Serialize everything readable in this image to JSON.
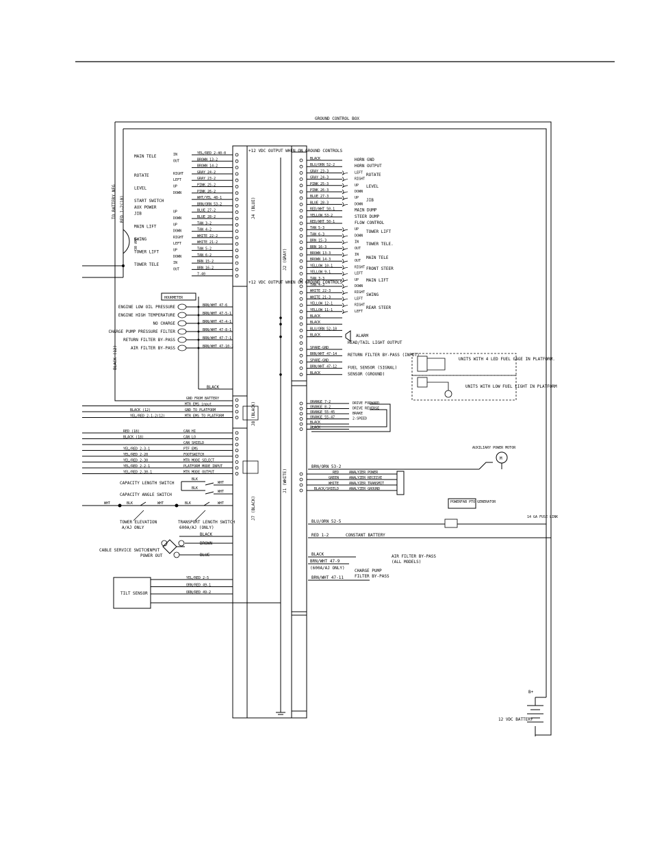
{
  "title": "GROUND CONTROL BOX",
  "connectors": {
    "j4": "J4 (BLUE)",
    "j2": "J2 (GRAY)",
    "j8": "J8 (BLACK)",
    "j1": "J1 (WHITE)",
    "j7": "J7 (BLACK)"
  },
  "notes": {
    "vdc_top": "+12 VDC OUTPUT WHEN ON GROUND CONTROLS",
    "vdc_mid": "+12 VDC OUTPUT WHEN ON GROUND CONTROLS",
    "to_battery": "TO BATTERY NEG",
    "red_wire": "RED 1-2(10)",
    "amp": "30 AMP",
    "black_wire": "BLACK (12)",
    "hourmeter": "HOURMETER",
    "units_4led": "UNITS WITH 4 LED FUEL GAGE IN PLATFORM.",
    "units_low": "UNITS WITH LOW FUEL LIGHT IN PLATFORM",
    "aux_motor": "AUXILIARY POWER MOTOR",
    "generator": "POWERFAB PTO GENERATOR",
    "fuse": "14 GA FUSE LINK",
    "battery": "12 VDC BATTERY",
    "bplus": "B+",
    "tilt": "TILT SENSOR",
    "alarm": "ALARM"
  },
  "j4_rows": [
    {
      "func": "MAIN TELE",
      "pos": "IN",
      "wire": "YEL/RED 2-40-0"
    },
    {
      "func": "",
      "pos": "OUT",
      "wire": "BROWN 13-2"
    },
    {
      "func": "",
      "pos": "",
      "wire": "BROWN 14-2"
    },
    {
      "func": "ROTATE",
      "pos": "RIGHT",
      "wire": "GRAY 24-2"
    },
    {
      "func": "",
      "pos": "LEFT",
      "wire": "GRAY 23-2"
    },
    {
      "func": "LEVEL",
      "pos": "UP",
      "wire": "PINK 25-2"
    },
    {
      "func": "",
      "pos": "DOWN",
      "wire": "PINK 26-2"
    },
    {
      "func": "START SWITCH",
      "pos": "",
      "wire": "WHT/YEL 48-1"
    },
    {
      "func": "AUX POWER",
      "pos": "",
      "wire": "BRN/ORN 53-2"
    },
    {
      "func": "JIB",
      "pos": "UP",
      "wire": "BLUE 27-2"
    },
    {
      "func": "",
      "pos": "DOWN",
      "wire": "BLUE 28-2"
    },
    {
      "func": "MAIN LIFT",
      "pos": "UP",
      "wire": "TAN 3-2"
    },
    {
      "func": "",
      "pos": "DOWN",
      "wire": "TAN 4-2"
    },
    {
      "func": "SWING",
      "pos": "RIGHT",
      "wire": "WHITE 22-2"
    },
    {
      "func": "",
      "pos": "LEFT",
      "wire": "WHITE 21-2"
    },
    {
      "func": "TOWER LIFT",
      "pos": "UP",
      "wire": "TAN 5-2"
    },
    {
      "func": "",
      "pos": "DOWN",
      "wire": "TAN 6-2"
    },
    {
      "func": "TOWER TELE",
      "pos": "IN",
      "wire": "BRN 15-2"
    },
    {
      "func": "",
      "pos": "OUT",
      "wire": "BRN 16-2"
    },
    {
      "func": "",
      "pos": "",
      "wire": "7-40"
    }
  ],
  "hour_rows": [
    {
      "label": "ENGINE LOW OIL PRESSURE",
      "wire": "BRN/WHT 47-6"
    },
    {
      "label": "ENGINE HIGH TEMPERATURE",
      "wire": "BRN/WHT 47-5-1"
    },
    {
      "label": "NO CHARGE",
      "wire": "BRN/WHT 47-4-1"
    },
    {
      "label": "CHARGE PUMP PRESSURE FILTER",
      "wire": "BRN/WHT 47-8-1"
    },
    {
      "label": "RETURN FILTER BY-PASS",
      "wire": "BRN/WHT 47-7-1"
    },
    {
      "label": "AIR FILTER BY-PASS",
      "wire": "BRN/WHT 47-10-1"
    }
  ],
  "j4_black": "BLACK",
  "j2_rows": [
    {
      "wire": "BLACK",
      "dev": "HORN GND"
    },
    {
      "wire": "BLU/ORN 52-2",
      "dev": "HORN OUTPUT"
    },
    {
      "wire": "GRAY 23-3",
      "dev": "LEFT"
    },
    {
      "wire": "GRAY 24-3",
      "dev": "RIGHT"
    },
    {
      "wire": "PINK 25-3",
      "dev": "UP"
    },
    {
      "wire": "PINK 26-3",
      "dev": "DOWN"
    },
    {
      "wire": "BLUE 27-3",
      "dev": "UP"
    },
    {
      "wire": "BLUE 28-3",
      "dev": "DOWN"
    },
    {
      "wire": "RED/WHT 50-1",
      "dev": "MAIN DUMP"
    },
    {
      "wire": "YELLOW 53-2",
      "dev": "STEER DUMP"
    },
    {
      "wire": "RED/WHT 50-1",
      "dev": "FLOW CONTROL"
    },
    {
      "wire": "TAN 5-3",
      "dev": "UP"
    },
    {
      "wire": "TAN 6-3",
      "dev": "DOWN"
    },
    {
      "wire": "BRN 15-3",
      "dev": "IN"
    },
    {
      "wire": "BRN 16-3",
      "dev": "OUT"
    },
    {
      "wire": "BROWN 13-3",
      "dev": "IN"
    },
    {
      "wire": "BROWN 14-3",
      "dev": "OUT"
    },
    {
      "wire": "YELLOW 10-1",
      "dev": "RIGHT"
    },
    {
      "wire": "YELLOW 9-1",
      "dev": "LEFT"
    },
    {
      "wire": "TAN 3-3",
      "dev": "UP"
    },
    {
      "wire": "TAN 4-3",
      "dev": "DOWN"
    },
    {
      "wire": "WHITE 22-3",
      "dev": "RIGHT"
    },
    {
      "wire": "WHITE 21-3",
      "dev": "LEFT"
    },
    {
      "wire": "YELLOW 12-1",
      "dev": "RIGHT"
    },
    {
      "wire": "YELLOW 11-1",
      "dev": "LEFT"
    },
    {
      "wire": "BLACK",
      "dev": ""
    },
    {
      "wire": "BLACK",
      "dev": ""
    },
    {
      "wire": "BLU/ORN 52-10",
      "dev": ""
    },
    {
      "wire": "BLACK",
      "dev": ""
    },
    {
      "wire": "",
      "dev": "HEAD/TAIL LIGHT OUTPUT"
    },
    {
      "wire": "SPARE-GND",
      "dev": ""
    },
    {
      "wire": "BRN/WHT 47-14",
      "dev": "RETURN FILTER BY-PASS (INPUT)"
    },
    {
      "wire": "SPARE-GND",
      "dev": ""
    },
    {
      "wire": "BRN/WHT 47-12",
      "dev": "FUEL SENSOR (SIGNAL)"
    },
    {
      "wire": "BLACK",
      "dev": "SENSOR (GROUND)"
    }
  ],
  "j2_groups": [
    "ROTATE",
    "LEVEL",
    "JIB",
    "TOWER LIFT",
    "TOWER TELE.",
    "MAIN TELE",
    "FRONT STEER",
    "MAIN LIFT",
    "SWING",
    "REAR STEER"
  ],
  "j8_rows": [
    {
      "wire": "GND FROM BATTERY",
      "label": ""
    },
    {
      "wire": "",
      "label": "MTR EMS input"
    },
    {
      "wire": "BLACK (12)",
      "label": "GND TO PLATFORM"
    },
    {
      "wire": "YEL/RED 2-1-2(12)",
      "label": "MTR EMS TO PLATFORM"
    }
  ],
  "j7_upper": [
    {
      "wire": "RED (18)",
      "label": "CAN HI"
    },
    {
      "wire": "BLACK (18)",
      "label": "CAN LO"
    },
    {
      "wire": "",
      "label": "CAN SHIELD"
    },
    {
      "wire": "YEL/RED 2-3-1",
      "label": "PTF EMS"
    },
    {
      "wire": "YEL/RED 2-20",
      "label": "FOOTSWITCH"
    },
    {
      "wire": "YEL/RED 2-30",
      "label": "MTR MODE SELECT"
    },
    {
      "wire": "YEL/RED 2-2-1",
      "label": "PLATFORM MODE INPUT"
    },
    {
      "wire": "YEL/RED 2-30-1",
      "label": "MTR MODE OUTPUT"
    }
  ],
  "j7_switch": {
    "cap_len": "CAPACITY LENGTH SWITCH",
    "cap_ang": "CAPACITY ANGLE SWITCH",
    "blk": "BLK",
    "wht": "WHT",
    "tower_elev": "TOWER ELEVATION",
    "tower_elev2": "A/AJ ONLY",
    "transport": "TRANSPORT LENGTH SWITCH",
    "transport2": "600A/AJ (ONLY)",
    "cable_sw": "CABLE SERVICE SWITCH",
    "input": "INPUT",
    "power_out": "POWER OUT",
    "black": "BLACK",
    "brown": "BROWN",
    "blue": "BLUE"
  },
  "tilt_rows": [
    "YEL/RED 2-5",
    "ORN/RED 49-1",
    "ORN/RED 49-2"
  ],
  "j1_front": [
    {
      "wire": "ORANGE 7-2",
      "dev": "DRIVE FORWARD"
    },
    {
      "wire": "ORANGE 8-2",
      "dev": "DRIVE REVERSE"
    },
    {
      "wire": "ORANGE 55-45",
      "dev": "BRAKE"
    },
    {
      "wire": "ORANGE 55-47",
      "dev": "2-SPEED"
    },
    {
      "wire": "BLACK",
      "dev": ""
    },
    {
      "wire": "BLACK",
      "dev": ""
    }
  ],
  "j1_analyzer": [
    {
      "wire": "RED",
      "dev": "ANALYZER POWER"
    },
    {
      "wire": "GREEN",
      "dev": "ANALYZER RECEIVE"
    },
    {
      "wire": "WHITE",
      "dev": "ANALYZER TRANSMIT"
    },
    {
      "wire": "BLACK/SHIELD",
      "dev": "ANALYZER GROUND"
    }
  ],
  "j1_misc": {
    "brn53": "BRN/ORN 53-2",
    "blu52": "BLU/ORN 52-5",
    "red12": "RED 1-2",
    "const_batt": "CONSTANT BATTERY",
    "black": "BLACK",
    "brn479": "BRN/WHT 47-9",
    "only600": "(600A/AJ ONLY)",
    "brn4711": "BRN/WHT 47-11",
    "air_filter": "AIR FILTER BY-PASS",
    "all_models": "(ALL MODELS)",
    "charge_pump": "CHARGE PUMP",
    "filter_bypass": "FILTER BY-PASS"
  }
}
